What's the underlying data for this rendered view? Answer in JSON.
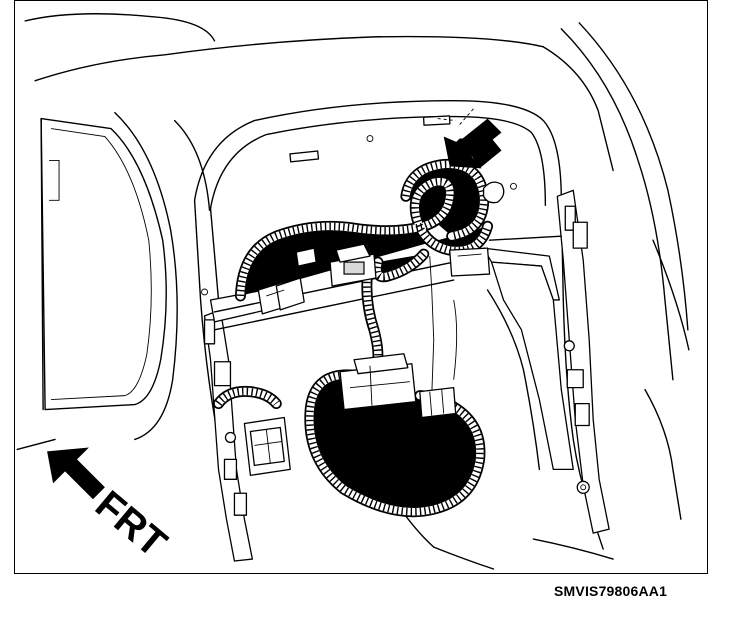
{
  "figure": {
    "direction_label": "FRT",
    "reference_code": "SMVIS79806AA1"
  },
  "colors": {
    "line": "#000000",
    "background": "#ffffff"
  },
  "icons": {
    "front_arrow": "arrow-down-left",
    "callout_arrow": "arrow-down-left"
  }
}
